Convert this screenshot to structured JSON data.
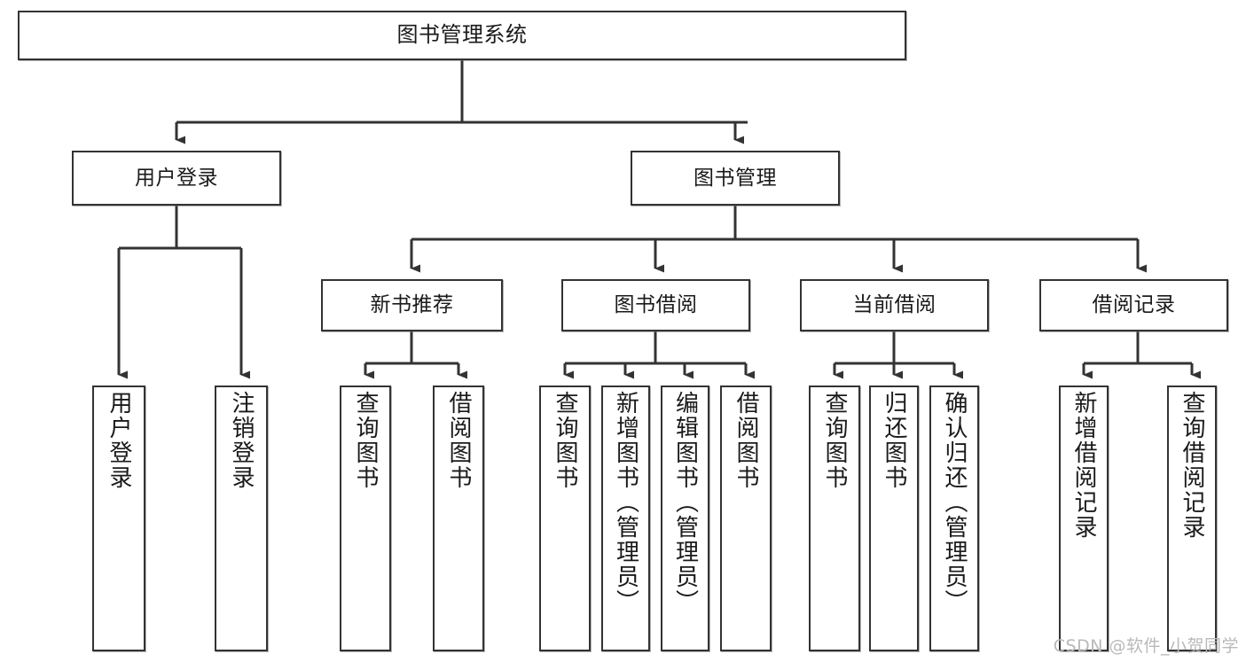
{
  "diagram": {
    "title": "图书管理系统",
    "type": "tree",
    "orientation": "top-down",
    "colors": {
      "box_border": "#333333",
      "box_fill": "#ffffff",
      "edge": "#333333",
      "text": "#1a1a1a",
      "watermark": "#b9b9b9",
      "background": "#ffffff"
    }
  },
  "nodes": {
    "root": {
      "label": "图书管理系统",
      "level": 0
    },
    "level1": [
      {
        "id": "user-login",
        "label": "用户登录"
      },
      {
        "id": "book-manage",
        "label": "图书管理"
      }
    ],
    "level2": [
      {
        "id": "new-book-rec",
        "label": "新书推荐",
        "parent": "book-manage"
      },
      {
        "id": "book-borrow",
        "label": "图书借阅",
        "parent": "book-manage"
      },
      {
        "id": "current-borrow",
        "label": "当前借阅",
        "parent": "book-manage"
      },
      {
        "id": "borrow-record",
        "label": "借阅记录",
        "parent": "book-manage"
      }
    ],
    "leaves": [
      {
        "id": "leaf-user-login",
        "label": "用户登录",
        "parent": "user-login"
      },
      {
        "id": "leaf-user-logout",
        "label": "注销登录",
        "parent": "user-login"
      },
      {
        "id": "leaf-query-book-1",
        "label": "查询图书",
        "parent": "new-book-rec"
      },
      {
        "id": "leaf-borrow-book-1",
        "label": "借阅图书",
        "parent": "new-book-rec"
      },
      {
        "id": "leaf-query-book-2",
        "label": "查询图书",
        "parent": "book-borrow"
      },
      {
        "id": "leaf-add-book",
        "label": "新增图书（管理员）",
        "parent": "book-borrow"
      },
      {
        "id": "leaf-edit-book",
        "label": "编辑图书（管理员）",
        "parent": "book-borrow"
      },
      {
        "id": "leaf-borrow-book-2",
        "label": "借阅图书",
        "parent": "book-borrow"
      },
      {
        "id": "leaf-query-book-3",
        "label": "查询图书",
        "parent": "current-borrow"
      },
      {
        "id": "leaf-return-book",
        "label": "归还图书",
        "parent": "current-borrow"
      },
      {
        "id": "leaf-confirm-return",
        "label": "确认归还（管理员）",
        "parent": "current-borrow"
      },
      {
        "id": "leaf-add-record",
        "label": "新增借阅记录",
        "parent": "borrow-record"
      },
      {
        "id": "leaf-query-record",
        "label": "查询借阅记录",
        "parent": "borrow-record"
      }
    ]
  },
  "watermark": {
    "text": "CSDN @软件_小贺同学"
  }
}
